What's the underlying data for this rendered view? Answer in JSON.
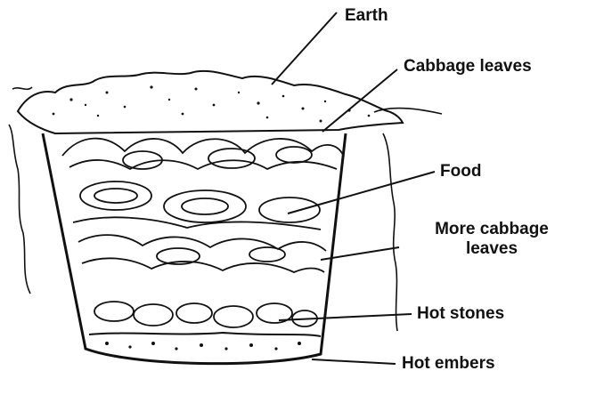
{
  "labels": {
    "earth": "Earth",
    "cabbage_leaves": "Cabbage leaves",
    "food": "Food",
    "more_cabbage_line1": "More cabbage",
    "more_cabbage_line2": "leaves",
    "hot_stones": "Hot stones",
    "hot_embers": "Hot embers"
  },
  "colors": {
    "ink": "#111111",
    "paper": "#ffffff"
  }
}
